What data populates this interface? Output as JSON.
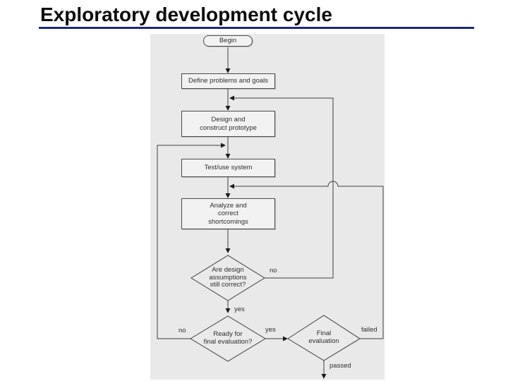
{
  "slide": {
    "title": "Exploratory development cycle",
    "accent_color": "#1e2878",
    "panel_bg": "#e9e9e9"
  },
  "flowchart": {
    "nodes": {
      "begin": {
        "type": "terminator",
        "label": "Begin"
      },
      "define": {
        "type": "process",
        "label": "Define problems and goals"
      },
      "design": {
        "type": "process",
        "label": "Design and\nconstruct prototype"
      },
      "test": {
        "type": "process",
        "label": "Test/use system"
      },
      "analyze": {
        "type": "process",
        "label": "Analyze and\ncorrect\nshortcomings"
      },
      "assumptions": {
        "type": "decision",
        "label": "Are design\nassumptions\nstill correct?"
      },
      "ready": {
        "type": "decision",
        "label": "Ready for\nfinal evaluation?"
      },
      "final": {
        "type": "decision",
        "label": "Final\nevaluation"
      }
    },
    "edge_labels": {
      "assumptions_no": "no",
      "assumptions_yes": "yes",
      "ready_no": "no",
      "ready_yes": "yes",
      "final_failed": "failed",
      "final_passed": "passed"
    }
  }
}
